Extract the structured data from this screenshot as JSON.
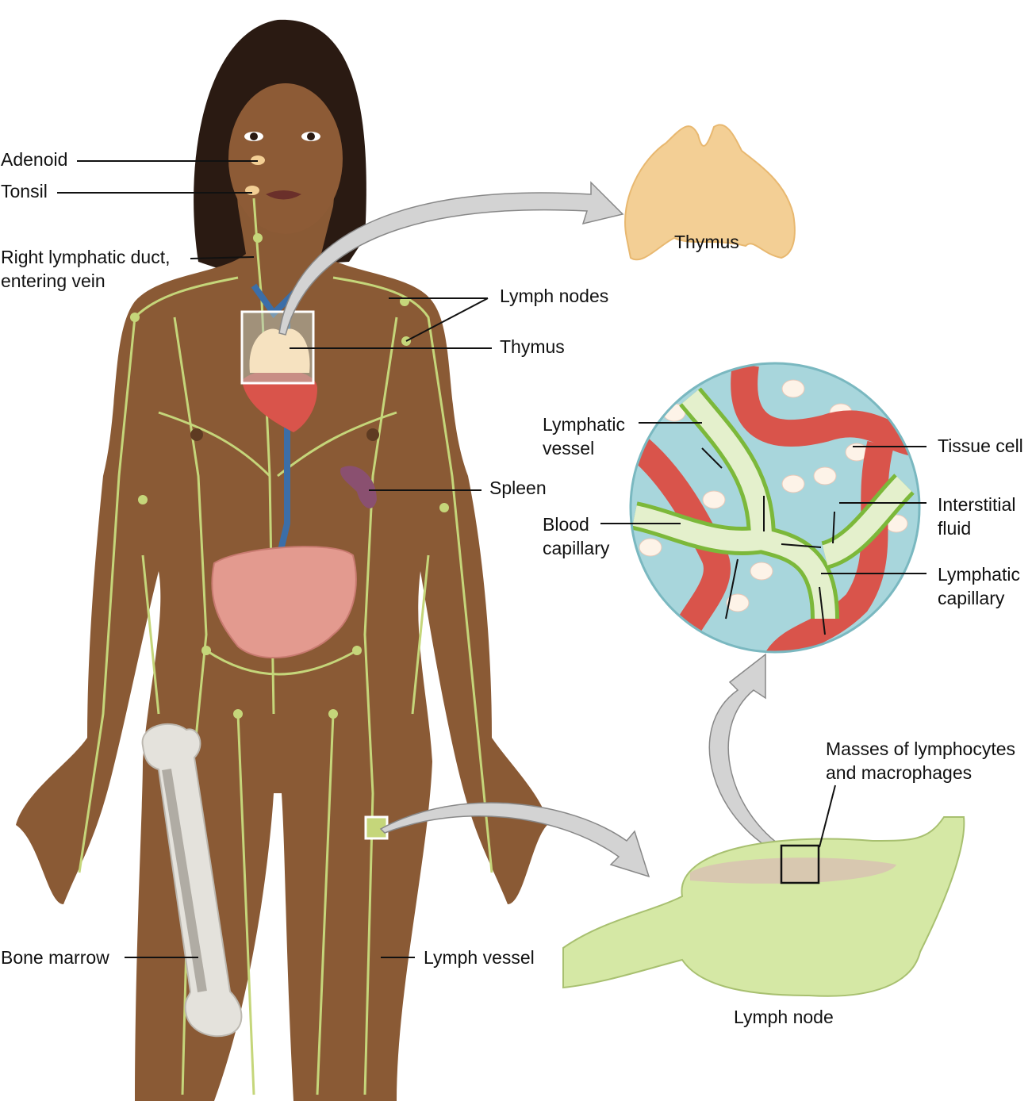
{
  "labels": {
    "adenoid": "Adenoid",
    "tonsil": "Tonsil",
    "right_duct_1": "Right lymphatic duct,",
    "right_duct_2": "entering vein",
    "lymph_nodes": "Lymph nodes",
    "thymus": "Thymus",
    "thymus_inset": "Thymus",
    "lymphatic_vessel_1": "Lymphatic",
    "lymphatic_vessel_2": "vessel",
    "tissue_cell": "Tissue cell",
    "spleen": "Spleen",
    "interstitial_1": "Interstitial",
    "interstitial_2": "fluid",
    "blood_cap_1": "Blood",
    "blood_cap_2": "capillary",
    "lymph_cap_1": "Lymphatic",
    "lymph_cap_2": "capillary",
    "masses_1": "Masses of lymphocytes",
    "masses_2": "and macrophages",
    "bone_marrow": "Bone marrow",
    "lymph_vessel": "Lymph vessel",
    "lymph_node": "Lymph node"
  },
  "colors": {
    "skin": "#8a5a35",
    "lymph": "#c5d67a",
    "blood": "#d9544b",
    "fluid": "#a8d6dc",
    "thymus": "#f3cf95",
    "node": "#d5e8a5",
    "vein": "#3b6ea8"
  }
}
